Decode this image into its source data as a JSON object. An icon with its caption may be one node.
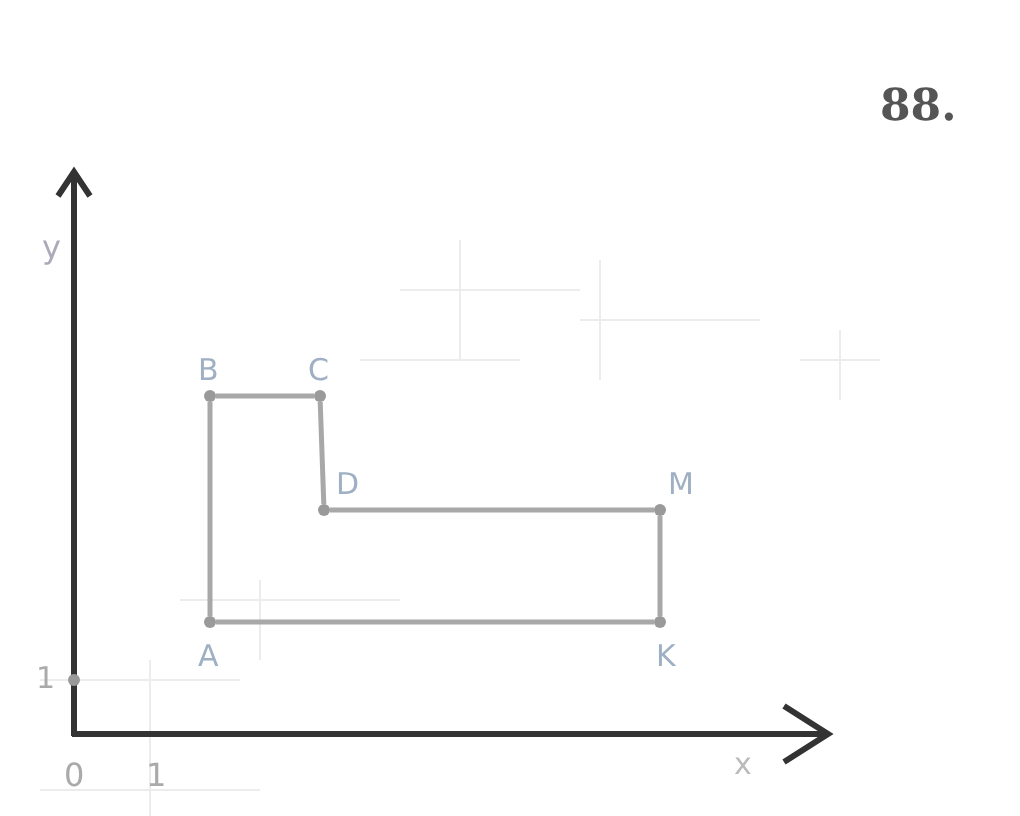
{
  "diagram": {
    "nodes": [
      {
        "text": [
          "A"
        ]
      },
      {
        "text": [
          "B"
        ]
      },
      {
        "text": [
          "C"
        ]
      },
      {
        "text": [
          "D"
        ]
      },
      {
        "text": [
          "M"
        ]
      },
      {
        "text": [
          "K"
        ]
      }
    ],
    "edges": [
      {
        "from": 0,
        "to": 1,
        "arrow": "none"
      },
      {
        "from": 1,
        "to": 2,
        "arrow": "none"
      },
      {
        "from": 2,
        "to": 3,
        "arrow": "none"
      },
      {
        "from": 3,
        "to": 4,
        "arrow": "none"
      },
      {
        "from": 4,
        "to": 5,
        "arrow": "none"
      },
      {
        "from": 5,
        "to": 0,
        "arrow": "none"
      }
    ],
    "labels": [
      "88.",
      "y",
      "1",
      "x",
      "0",
      "1"
    ]
  }
}
